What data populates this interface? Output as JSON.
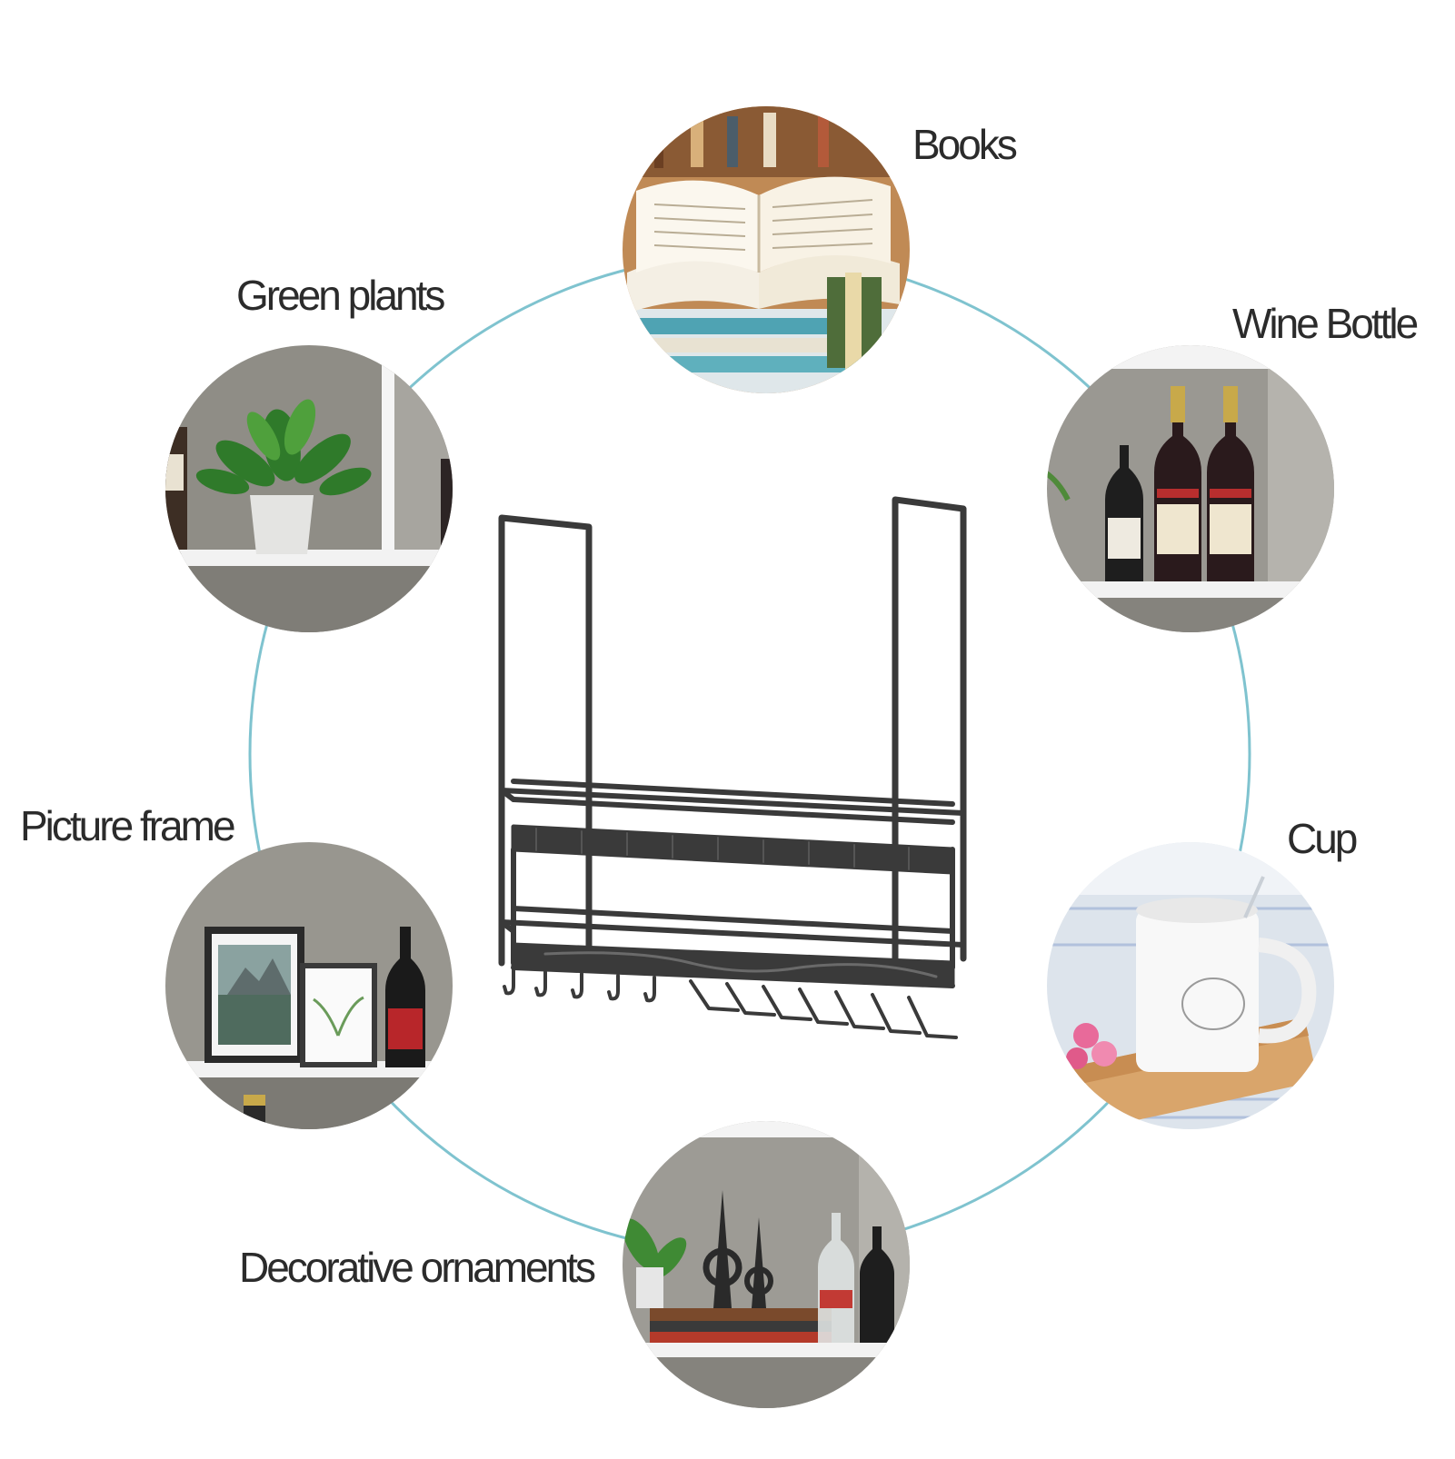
{
  "labels": {
    "books": "Books",
    "green_plants": "Green plants",
    "wine_bottle": "Wine Bottle",
    "picture_frame": "Picture frame",
    "cup": "Cup",
    "decorative_ornaments": "Decorative ornaments"
  },
  "colors": {
    "ring": "#7fc3cf",
    "metal": "#3a3a3a",
    "text": "#2b2b2b",
    "shelf_wall": "#8f8d86",
    "shelf_board": "#f2f2f2"
  },
  "icons": [
    "book-icon",
    "plant-icon",
    "wine-bottle-icon",
    "picture-frame-icon",
    "cup-icon",
    "ornament-icon",
    "wall-rack-icon"
  ]
}
